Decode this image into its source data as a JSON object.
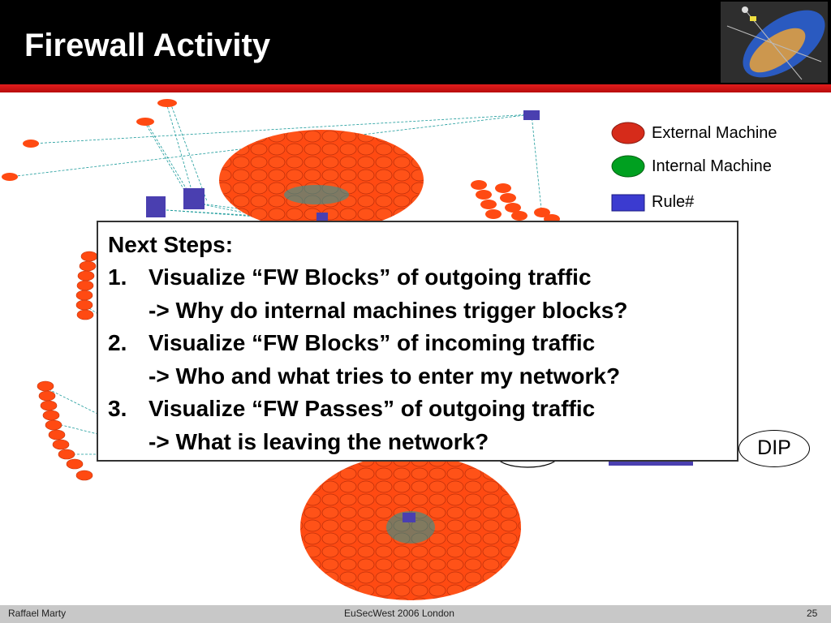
{
  "slide": {
    "title": "Firewall Activity"
  },
  "legend": [
    {
      "label": "External Machine",
      "shape": "ellipse",
      "color": "#d62b1a"
    },
    {
      "label": "Internal Machine",
      "shape": "ellipse",
      "color": "#00a020"
    },
    {
      "label": "Rule#",
      "shape": "rectangle",
      "color": "#3b3bd0"
    }
  ],
  "graph_colors": {
    "external_node": "#ff4a12",
    "rule_node": "#4a3fb0",
    "edge": "#1a9a9a"
  },
  "next_steps": {
    "heading": "Next Steps:",
    "items": [
      {
        "number": "1.",
        "text": "Visualize “FW Blocks” of outgoing traffic",
        "detail": "-> Why do internal machines trigger blocks?"
      },
      {
        "number": "2.",
        "text": "Visualize “FW Blocks” of incoming traffic",
        "detail": "-> Who and what tries to enter my network?"
      },
      {
        "number": "3.",
        "text": "Visualize “FW Passes” of outgoing traffic",
        "detail": "-> What is leaving the network?"
      }
    ]
  },
  "dip_label": "DIP",
  "footer": {
    "author": "Raffael Marty",
    "event": "EuSecWest 2006 London",
    "page": "25"
  }
}
